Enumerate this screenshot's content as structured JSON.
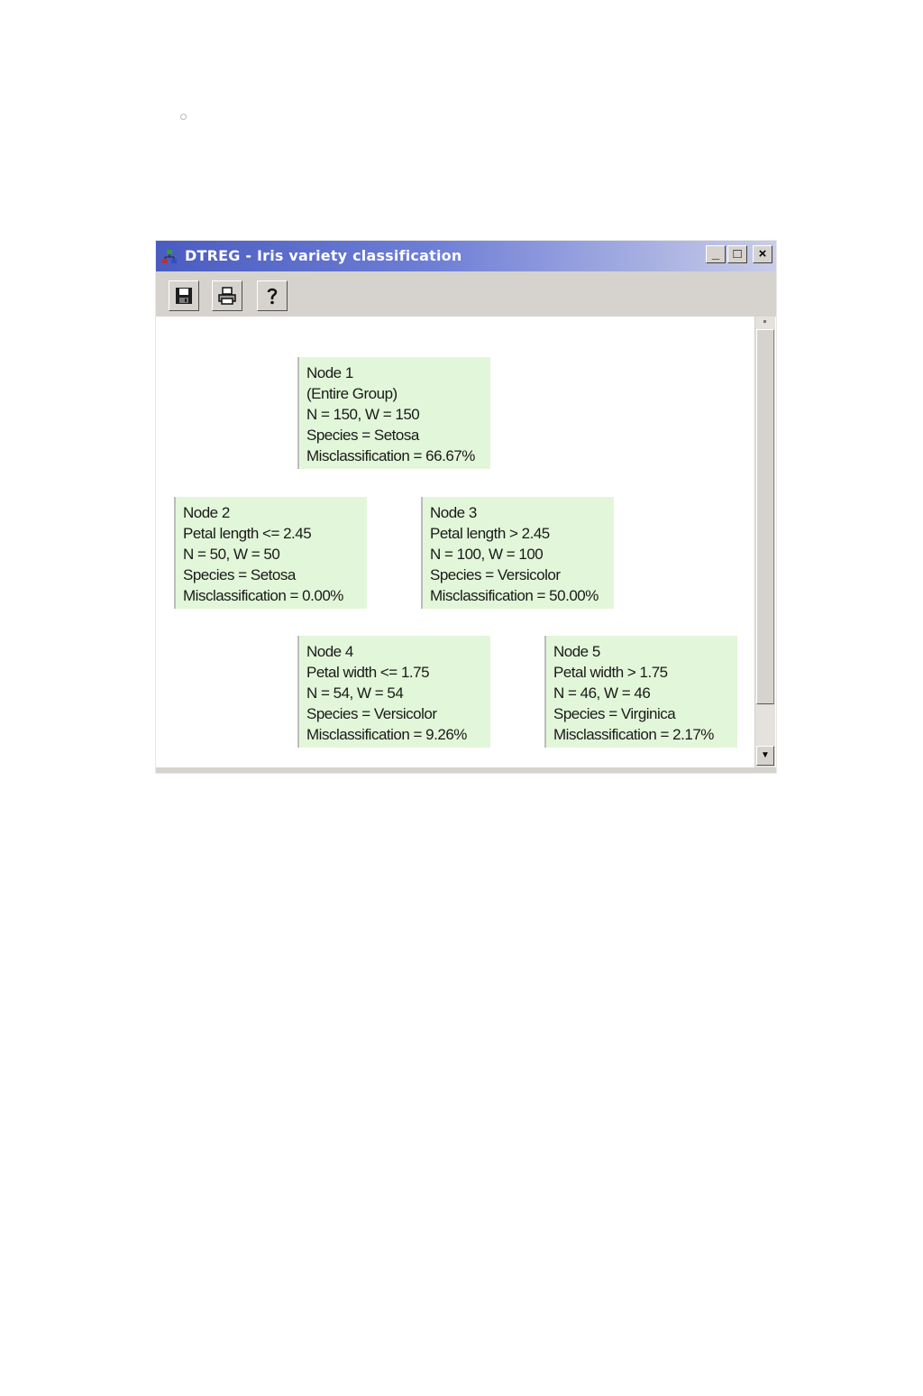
{
  "window": {
    "title": "DTREG - Iris variety classification",
    "controls": {
      "minimize": "_",
      "maximize": "□",
      "close": "×"
    }
  },
  "toolbar": {
    "icons": [
      "save-icon",
      "print-icon",
      "help-icon"
    ]
  },
  "tree": {
    "nodes": [
      {
        "lines": [
          "Node 1",
          "(Entire Group)",
          "N = 150,  W = 150",
          "Species = Setosa",
          "Misclassification = 66.67%"
        ]
      },
      {
        "lines": [
          "Node 2",
          "Petal length <= 2.45",
          "N = 50,  W = 50",
          "Species = Setosa",
          "Misclassification = 0.00%"
        ]
      },
      {
        "lines": [
          "Node 3",
          "Petal length > 2.45",
          "N = 100,  W = 100",
          "Species = Versicolor",
          "Misclassification = 50.00%"
        ]
      },
      {
        "lines": [
          "Node 4",
          "Petal width <= 1.75",
          "N = 54,  W = 54",
          "Species = Versicolor",
          "Misclassification = 9.26%"
        ]
      },
      {
        "lines": [
          "Node 5",
          "Petal width > 1.75",
          "N = 46,  W = 46",
          "Species = Virginica",
          "Misclassification = 2.17%"
        ]
      }
    ]
  },
  "colors": {
    "node_fill": "#e2f7d9",
    "titlebar": "#4a5cc0"
  }
}
